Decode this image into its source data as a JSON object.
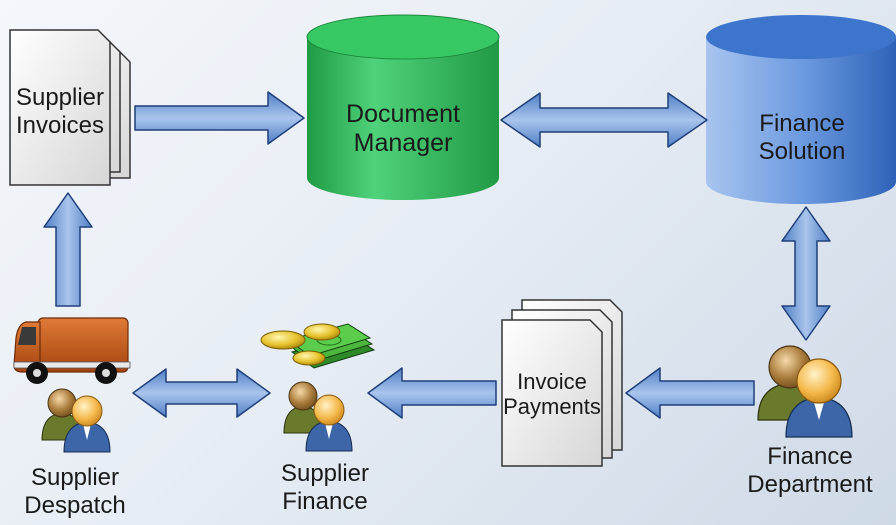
{
  "nodes": {
    "supplier_invoices": {
      "line1": "Supplier",
      "line2": "Invoices"
    },
    "document_manager": {
      "line1": "Document",
      "line2": "Manager"
    },
    "finance_solution": {
      "line1": "Finance",
      "line2": "Solution"
    },
    "invoice_payments": {
      "line1": "Invoice",
      "line2": "Payments"
    },
    "supplier_despatch": {
      "line1": "Supplier",
      "line2": "Despatch"
    },
    "supplier_finance": {
      "line1": "Supplier",
      "line2": "Finance"
    },
    "finance_department": {
      "line1": "Finance",
      "line2": "Department"
    }
  },
  "icons": {
    "supplier_invoices": "document-stack-icon",
    "document_manager": "database-green-icon",
    "finance_solution": "database-blue-icon",
    "invoice_payments": "document-stack-icon",
    "supplier_despatch": "delivery-van-icon",
    "supplier_despatch_people": "people-icon",
    "supplier_finance_money": "money-coins-icon",
    "supplier_finance_people": "people-icon",
    "finance_department": "people-icon"
  },
  "colors": {
    "arrow_fill": "#6f97d4",
    "arrow_stroke": "#1f3f7a",
    "db_green": "#2fb85a",
    "db_blue": "#4a7fd0",
    "van": "#c85a1c",
    "document": "#ececec"
  }
}
